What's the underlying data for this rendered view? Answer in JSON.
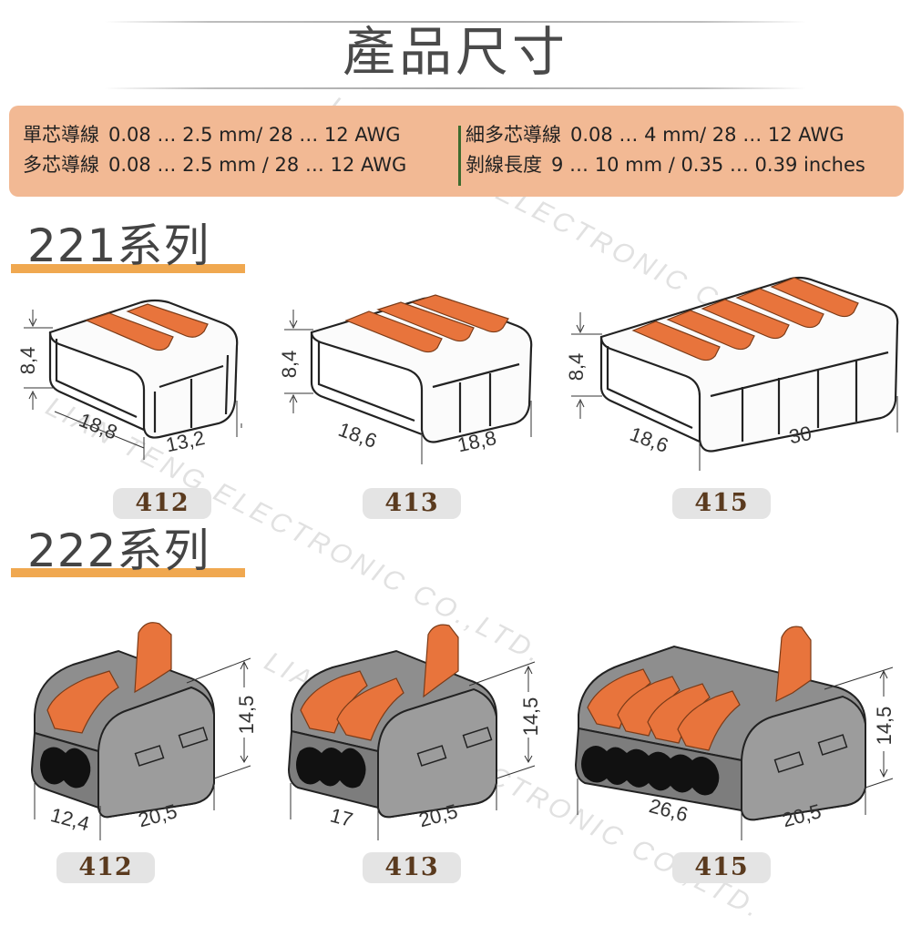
{
  "header": {
    "title": "產品尺寸"
  },
  "specs": {
    "left": [
      {
        "label": "單芯導線",
        "value": "0.08 … 2.5 mm/ 28 … 12 AWG"
      },
      {
        "label": "多芯導線",
        "value": "0.08 … 2.5 mm / 28 … 12 AWG"
      }
    ],
    "right": [
      {
        "label": "細多芯導線",
        "value": "0.08 … 4 mm/ 28 … 12 AWG"
      },
      {
        "label": "剝線長度",
        "value": "9 … 10 mm / 0.35 … 0.39 inches"
      }
    ]
  },
  "series_221": {
    "title": "221系列",
    "models": [
      {
        "model": "412",
        "height": "8,4",
        "depth": "18,8",
        "width": "13,2",
        "levers": 2
      },
      {
        "model": "413",
        "height": "8,4",
        "depth": "18,6",
        "width": "18,8",
        "levers": 3
      },
      {
        "model": "415",
        "height": "8,4",
        "depth": "18,6",
        "width": "30",
        "levers": 5
      }
    ]
  },
  "series_222": {
    "title": "222系列",
    "models": [
      {
        "model": "412",
        "height": "14,5",
        "width": "12,4",
        "depth": "20,5",
        "levers": 2
      },
      {
        "model": "413",
        "height": "14,5",
        "width": "17",
        "depth": "20,5",
        "levers": 3
      },
      {
        "model": "415",
        "height": "14,5",
        "width": "26,6",
        "depth": "20,5",
        "levers": 5
      }
    ]
  },
  "watermark": {
    "text": "LIAN TENG ELECTRONIC CO.,LTD."
  },
  "colors": {
    "spec_bg": "#f2b994",
    "accent_bar": "#f0a850",
    "lever_orange": "#e8743c",
    "divider_green": "#3d6b2e",
    "badge_bg": "#e4e4e4",
    "badge_text": "#5a3a1e"
  }
}
